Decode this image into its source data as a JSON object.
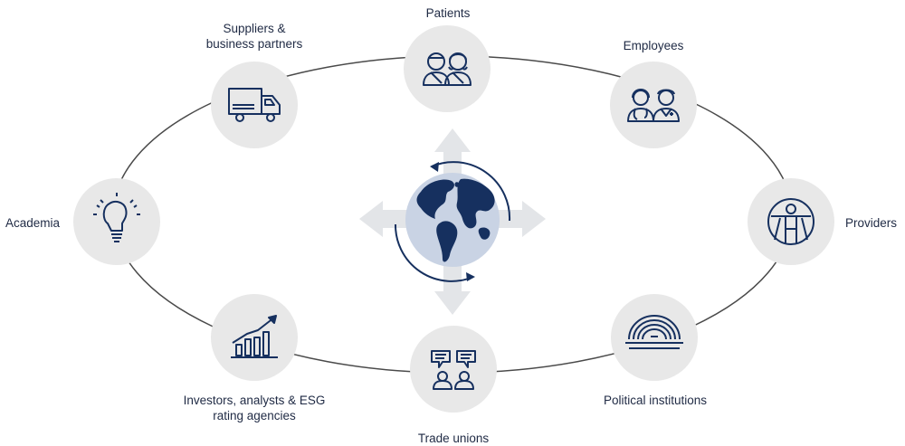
{
  "colors": {
    "navy": "#16305f",
    "circle_fill": "#e8e8e8",
    "orbit": "#4a4a4a",
    "globe_ocean": "#c9d3e4",
    "arrow_fill": "#e3e5e8"
  },
  "stakeholders": [
    {
      "id": "patients",
      "label": "Patients",
      "icon": "patients-icon"
    },
    {
      "id": "employees",
      "label": "Employees",
      "icon": "employees-icon"
    },
    {
      "id": "providers",
      "label": "Providers",
      "icon": "vitruvian-icon"
    },
    {
      "id": "political",
      "label": "Political institutions",
      "icon": "parliament-icon"
    },
    {
      "id": "unions",
      "label": "Trade unions",
      "icon": "trade-union-icon"
    },
    {
      "id": "investors",
      "label": "Investors, analysts & ESG\nrating agencies",
      "icon": "growth-chart-icon"
    },
    {
      "id": "academia",
      "label": "Academia",
      "icon": "lightbulb-icon"
    },
    {
      "id": "suppliers",
      "label": "Suppliers &\nbusiness partners",
      "icon": "truck-icon"
    }
  ],
  "center": {
    "icon": "globe-icon"
  }
}
